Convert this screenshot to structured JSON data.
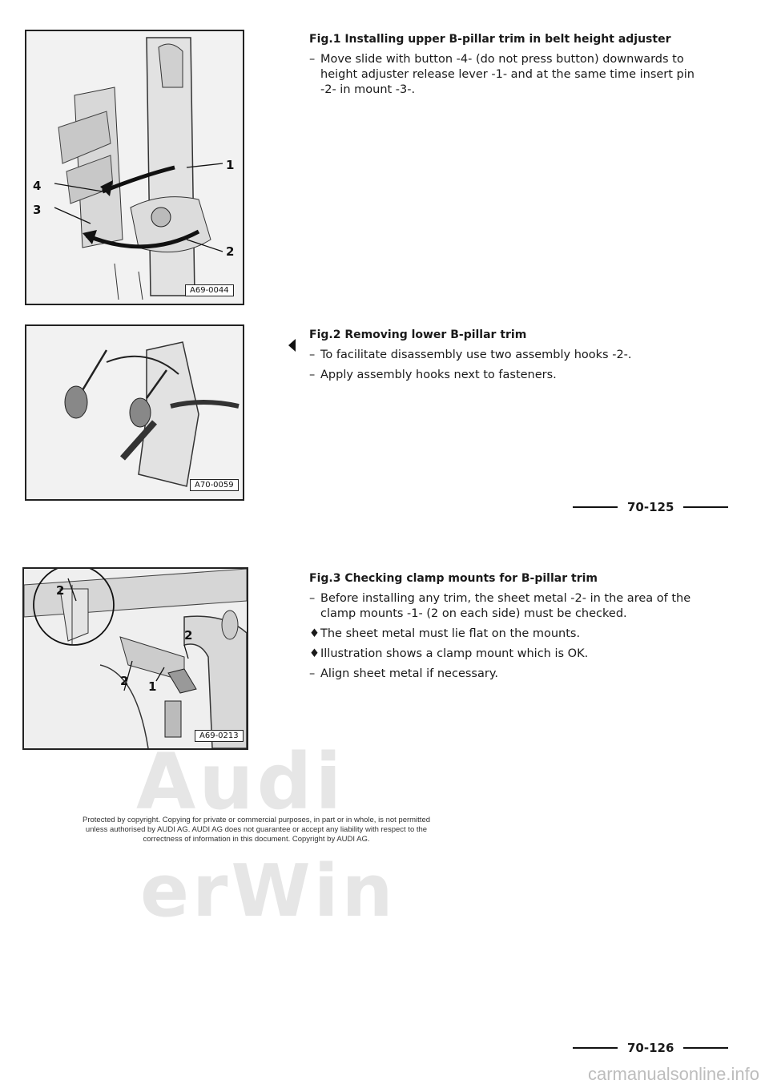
{
  "figures": [
    {
      "code": "A69-0044",
      "callouts": [
        "1",
        "2",
        "3",
        "4"
      ],
      "title": "Fig.1 Installing upper B-pillar trim in belt height adjuster",
      "steps": [
        {
          "marker": "–",
          "text": "Move slide with button -4- (do not press button) downwards to height adjuster release lever -1- and at the same time insert pin -2- in mount -3-."
        }
      ]
    },
    {
      "code": "A70-0059",
      "title": "Fig.2 Removing lower B-pillar trim",
      "steps": [
        {
          "marker": "–",
          "text": "To facilitate disassembly use two assembly hooks -2-."
        },
        {
          "marker": "–",
          "text": "Apply assembly hooks next to fasteners."
        }
      ]
    },
    {
      "code": "A69-0213",
      "callouts": [
        "2",
        "2",
        "2",
        "1"
      ],
      "title": "Fig.3 Checking clamp mounts for B-pillar trim",
      "steps": [
        {
          "marker": "–",
          "text": "Before installing any trim, the sheet metal -2- in the area of the clamp mounts -1- (2 on each side) must be checked."
        },
        {
          "marker": "♦",
          "text": "The sheet metal must lie flat on the mounts."
        },
        {
          "marker": "♦",
          "text": "Illustration shows a clamp mount which is OK."
        },
        {
          "marker": "–",
          "text": "Align sheet metal if necessary."
        }
      ]
    }
  ],
  "page_numbers": [
    "70-125",
    "70-126"
  ],
  "copyright": "Protected by copyright. Copying for private or commercial purposes, in part or in whole, is not permitted unless authorised by AUDI AG. AUDI AG does not guarantee or accept any liability with respect to the correctness of information in this document. Copyright by AUDI AG.",
  "watermark": [
    "Audi",
    "erWin"
  ],
  "footer_url": "carmanualsonline.info",
  "icons": {
    "pointer": "left-triangle-pointer-icon"
  }
}
